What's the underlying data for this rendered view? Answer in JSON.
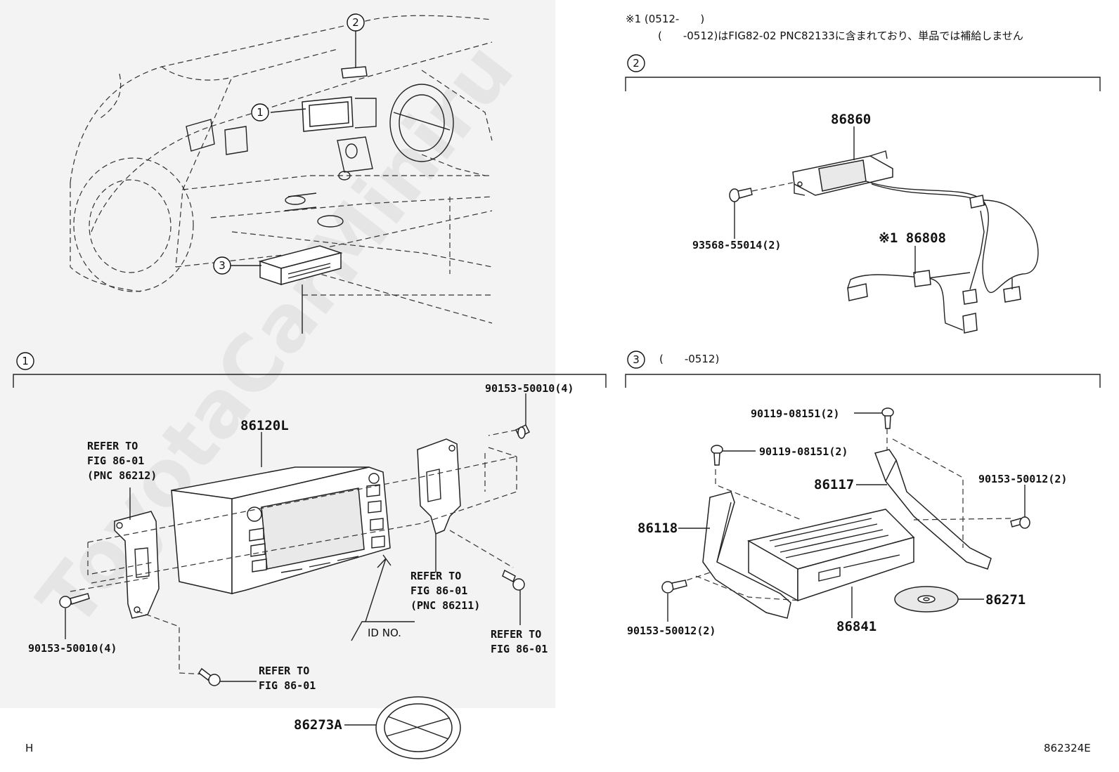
{
  "note": {
    "line1": "※1 (0512-　　)",
    "line2": "(　　-0512)はFIG82-02 PNC82133に含まれており、単品では補給しません"
  },
  "callouts": {
    "c1": "1",
    "c2": "2",
    "c3": "3"
  },
  "section1": {
    "label": "1",
    "parts": {
      "main_unit": "86120L",
      "bolt_top": "90153-50010(4)",
      "bolt_left": "90153-50010(4)",
      "refer_left_1": "REFER TO",
      "refer_left_2": "FIG 86-01",
      "refer_left_3": "(PNC 86212)",
      "refer_right_1": "REFER TO",
      "refer_right_2": "FIG 86-01",
      "refer_right_3": "(PNC 86211)",
      "refer_bolt_1": "REFER TO",
      "refer_bolt_2": "FIG 86-01",
      "refer_bottom_1": "REFER TO",
      "refer_bottom_2": "FIG 86-01",
      "id_no": "ID NO.",
      "disc_ring": "86273A"
    }
  },
  "section2": {
    "label": "2",
    "parts": {
      "antenna": "86860",
      "screw": "93568-55014(2)",
      "harness": "※1 86808"
    }
  },
  "section3": {
    "label": "3",
    "range": "(　　-0512)",
    "parts": {
      "bolt_a": "90119-08151(2)",
      "bolt_b": "90119-08151(2)",
      "bracket_r": "86117",
      "bracket_l": "86118",
      "bolt_c": "90153-50012(2)",
      "bolt_d": "90153-50012(2)",
      "amplifier": "86841",
      "disc": "86271"
    }
  },
  "footer": {
    "left": "H",
    "right": "862324E"
  },
  "watermark": "ToyotaCarMiniru"
}
